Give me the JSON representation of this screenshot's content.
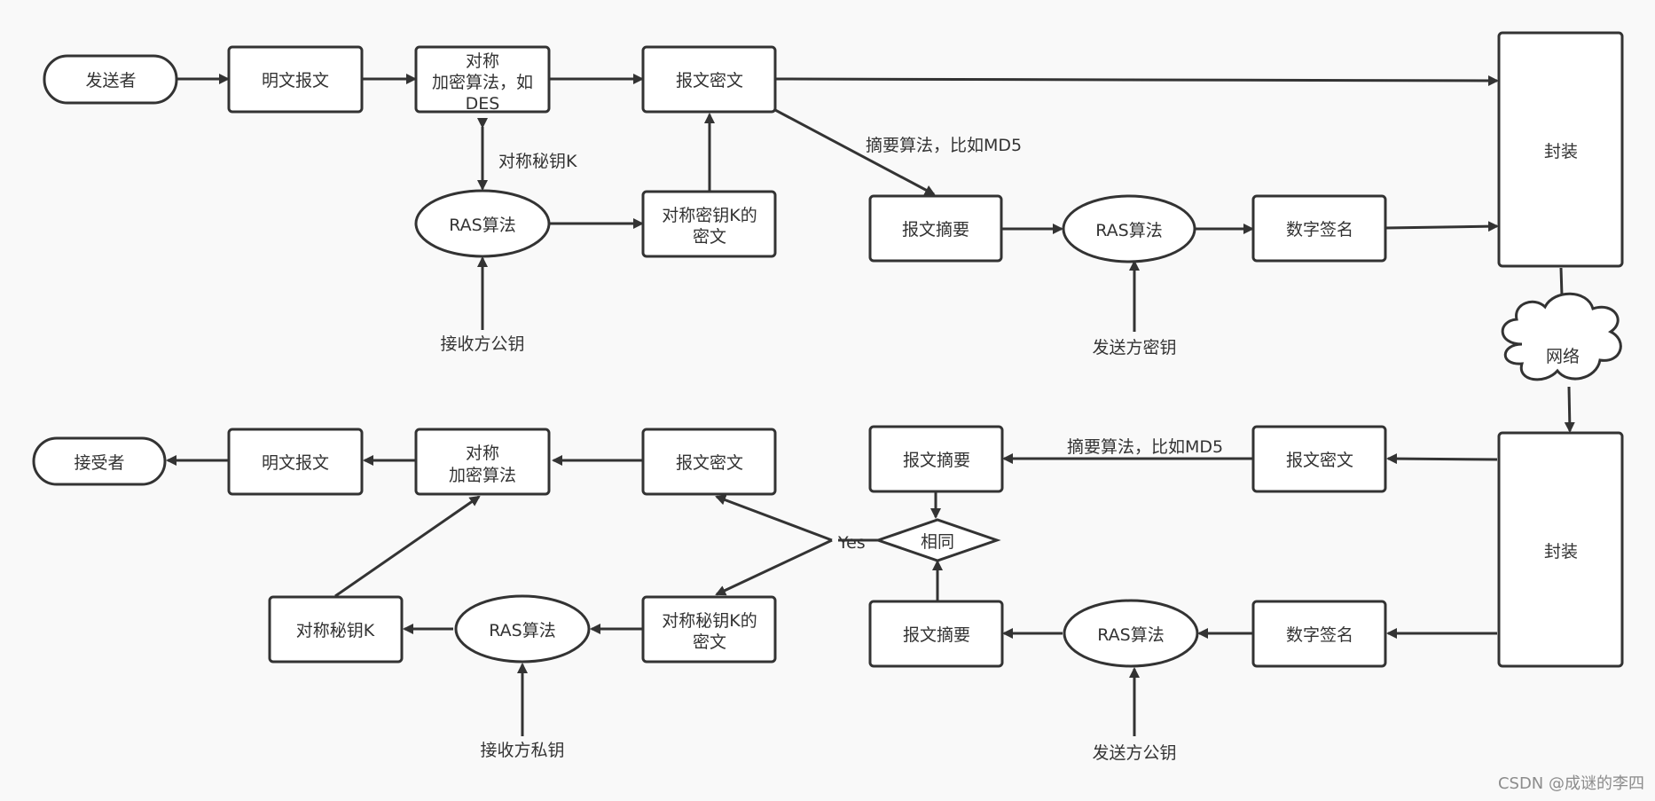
{
  "nodes": {
    "sender": "发送者",
    "plain1": "明文报文",
    "symenc1": [
      "对称",
      "加密算法，如",
      "DES"
    ],
    "cipher1": "报文密文",
    "rsa1": "RAS算法",
    "symkeyenc1": [
      "对称密钥K的",
      "密文"
    ],
    "digest1": "报文摘要",
    "rsa2": "RAS算法",
    "sig1": "数字签名",
    "pack1": "封装",
    "network": "网络",
    "pack2": "封装",
    "cipher2": "报文密文",
    "digest2": "报文摘要",
    "same": "相同",
    "sig2": "数字签名",
    "rsa3": "RAS算法",
    "digest3": "报文摘要",
    "cipher3": "报文密文",
    "symdec": [
      "对称",
      "加密算法"
    ],
    "plain2": "明文报文",
    "receiver": "接受者",
    "symkeyenc2": [
      "对称秘钥K的",
      "密文"
    ],
    "rsa4": "RAS算法",
    "symkey": "对称秘钥K"
  },
  "labels": {
    "symkey_edge": "对称秘钥K",
    "recv_pub": "接收方公钥",
    "digest_algo_top": "摘要算法，比如MD5",
    "sender_priv": "发送方密钥",
    "digest_algo_bottom": "摘要算法，比如MD5",
    "yes": "Yes",
    "sender_pub": "发送方公钥",
    "recv_priv": "接收方私钥"
  },
  "watermark": "CSDN @成谜的李四",
  "colors": {
    "stroke": "#333333",
    "fill": "#ffffff",
    "background": "#f9f9f9"
  }
}
